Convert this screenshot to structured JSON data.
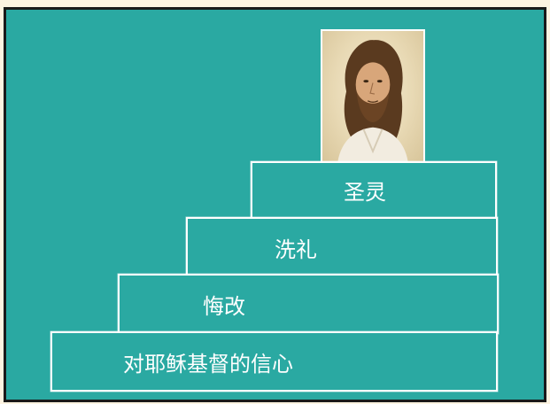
{
  "steps": [
    {
      "label": "对耶稣基督的信心"
    },
    {
      "label": "悔改"
    },
    {
      "label": "洗礼"
    },
    {
      "label": "圣灵"
    }
  ],
  "portrait": {
    "icon": "jesus-christ-portrait"
  },
  "colors": {
    "board": "#2aa9a2",
    "outline": "#ffffff",
    "page_background": "#fdf3e1"
  }
}
